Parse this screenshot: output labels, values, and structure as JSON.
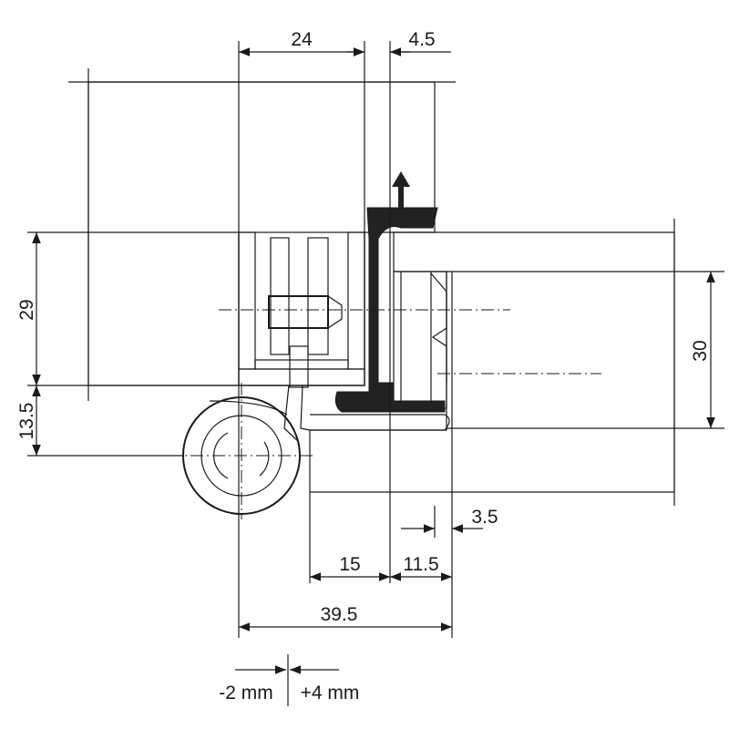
{
  "drawing": {
    "colors": {
      "line": "#1a1a1a",
      "hatch": "#9a9a9a",
      "background": "#ffffff"
    },
    "dimensions": {
      "top_width": "24",
      "top_offset": "4.5",
      "left_height": "29",
      "left_lower": "13.5",
      "right_height": "30",
      "gap": "3.5",
      "bottom_a": "15",
      "bottom_b": "11.5",
      "overall": "39.5"
    },
    "adjustment": {
      "minus": "-2 mm",
      "plus": "+4 mm"
    }
  }
}
